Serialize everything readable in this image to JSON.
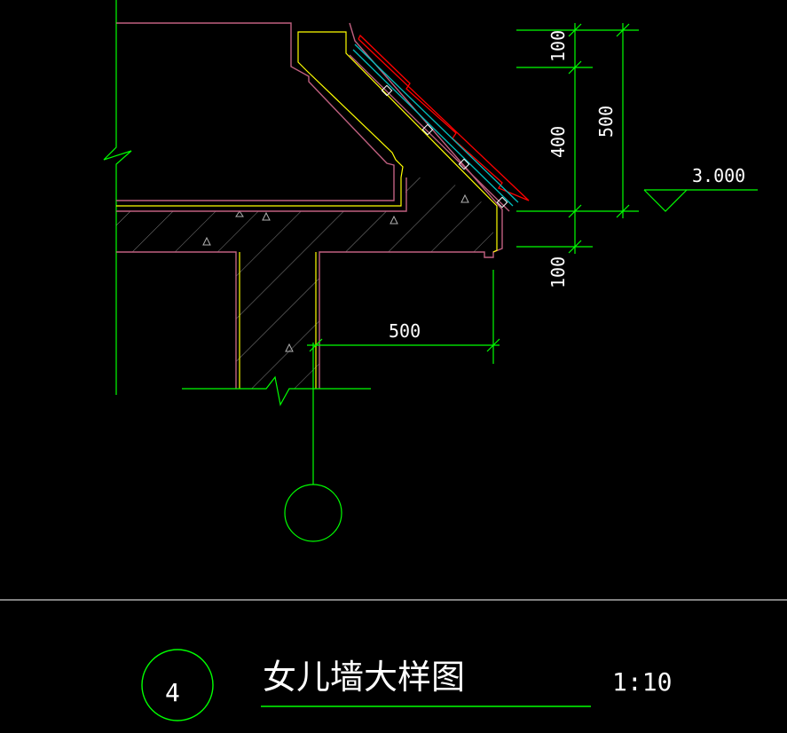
{
  "drawing": {
    "dimensions": {
      "top": "100",
      "middle": "400",
      "total": "500",
      "bottom": "100",
      "overhang": "500"
    },
    "elevation": "3.000",
    "detail_number": "4",
    "title": "女儿墙大样图",
    "scale": "1:10"
  },
  "colors": {
    "background": "#000000",
    "dimension_lines": "#00ff00",
    "outline": "#c06080",
    "inner_outline": "#ffff00",
    "hatch": "#a0a0a0",
    "tile_top": "#ff0000",
    "tile_mid": "#00c0c0",
    "text": "#ffffff"
  }
}
